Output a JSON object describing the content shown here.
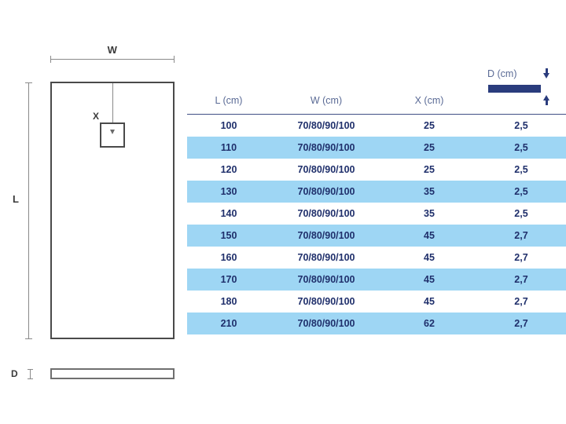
{
  "diagram": {
    "width_label": "W",
    "length_label": "L",
    "drain_label": "X",
    "depth_label": "D",
    "icons": {
      "drain_square": "drain-square-icon",
      "tray_top_view": "tray-top-view",
      "tray_side_view": "tray-side-view"
    }
  },
  "table": {
    "headers": {
      "l": "L (cm)",
      "w": "W (cm)",
      "x": "X (cm)",
      "d": "D (cm)"
    },
    "depth_indicator": {
      "label": "D (cm)",
      "bar_color": "#2a3c7d",
      "arrow_down": "arrow-down-icon",
      "arrow_up": "arrow-up-icon"
    },
    "rows": [
      {
        "l": "100",
        "w": "70/80/90/100",
        "x": "25",
        "d": "2,5"
      },
      {
        "l": "110",
        "w": "70/80/90/100",
        "x": "25",
        "d": "2,5"
      },
      {
        "l": "120",
        "w": "70/80/90/100",
        "x": "25",
        "d": "2,5"
      },
      {
        "l": "130",
        "w": "70/80/90/100",
        "x": "35",
        "d": "2,5"
      },
      {
        "l": "140",
        "w": "70/80/90/100",
        "x": "35",
        "d": "2,5"
      },
      {
        "l": "150",
        "w": "70/80/90/100",
        "x": "45",
        "d": "2,7"
      },
      {
        "l": "160",
        "w": "70/80/90/100",
        "x": "45",
        "d": "2,7"
      },
      {
        "l": "170",
        "w": "70/80/90/100",
        "x": "45",
        "d": "2,7"
      },
      {
        "l": "180",
        "w": "70/80/90/100",
        "x": "45",
        "d": "2,7"
      },
      {
        "l": "210",
        "w": "70/80/90/100",
        "x": "62",
        "d": "2,7"
      }
    ]
  },
  "colors": {
    "highlight_row": "#9ed6f4",
    "text_navy": "#1f2f6b",
    "header_slate": "#5b6b96",
    "accent_navy": "#2a3c7d",
    "line_grey": "#8a8a8a"
  }
}
